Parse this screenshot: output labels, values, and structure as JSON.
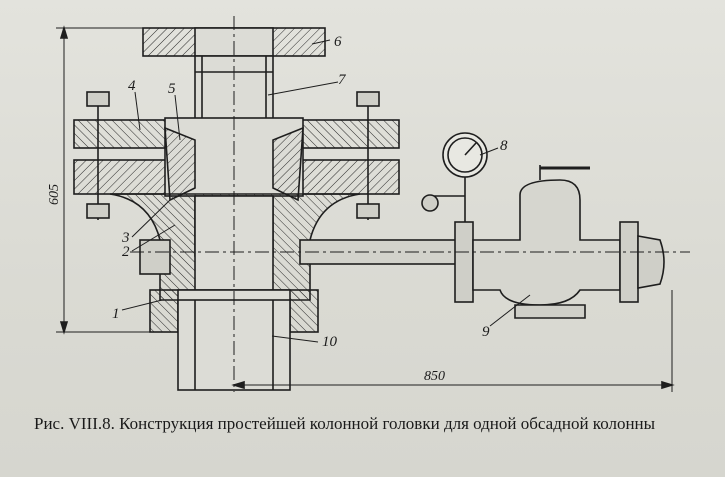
{
  "figure": {
    "callouts": [
      "1",
      "2",
      "3",
      "4",
      "5",
      "6",
      "7",
      "8",
      "9",
      "10"
    ],
    "dimensions": {
      "height": "605",
      "length": "850"
    },
    "caption": "Рис. VIII.8. Конструкция простейшей колонной головки для одной обсадной колонны"
  }
}
